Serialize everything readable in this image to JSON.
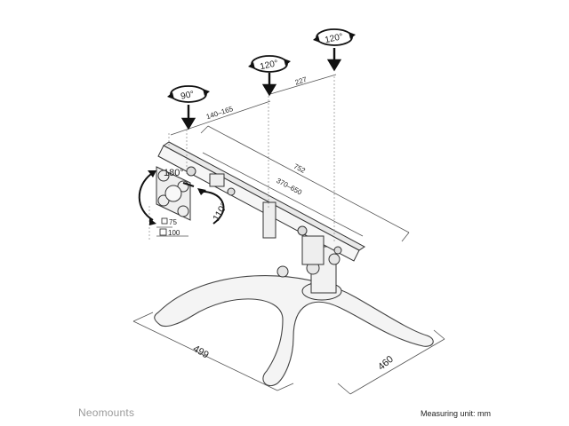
{
  "brand": "Neomounts",
  "measuring_unit": "Measuring unit: mm",
  "rotations": {
    "left": "90°",
    "middle": "120°",
    "right": "120°",
    "swivel": "180°",
    "tilt": "110°"
  },
  "dimensions": {
    "spacing_left": "140–165",
    "spacing_right": "227",
    "total_width": "752",
    "arm_range": "370–650",
    "base_width": "499",
    "base_depth": "460",
    "vesa_75": "75",
    "vesa_100": "100"
  }
}
